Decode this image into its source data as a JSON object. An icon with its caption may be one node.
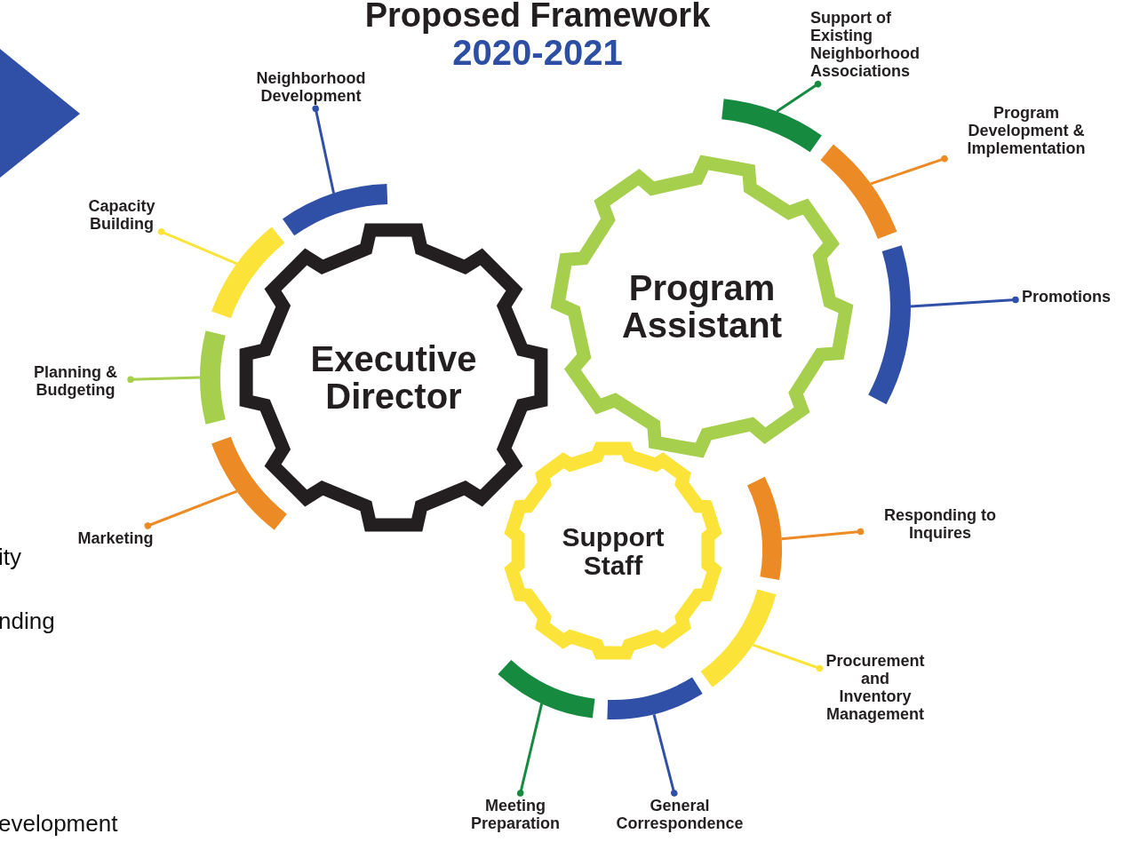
{
  "diagram": {
    "title": "Proposed Framework",
    "nodes": [
      {
        "text": [
          "Executive Director"
        ]
      },
      {
        "text": [
          "Program Assistant"
        ]
      },
      {
        "text": [
          "Support Staff"
        ]
      },
      {
        "text": [],
        "shape": "bar"
      },
      {
        "text": [],
        "shape": "bar"
      },
      {
        "text": [],
        "shape": "bar"
      },
      {
        "text": [],
        "shape": "bar"
      },
      {
        "text": [],
        "shape": "bar"
      },
      {
        "text": [],
        "shape": "bar"
      },
      {
        "text": [],
        "shape": "bar"
      },
      {
        "text": [],
        "shape": "bar"
      },
      {
        "text": [],
        "shape": "bar"
      },
      {
        "text": [],
        "shape": "bar"
      },
      {
        "text": [],
        "shape": "bar"
      },
      {
        "text": [
          "Neighborhood Development"
        ]
      },
      {
        "text": [
          "Capacity Building"
        ]
      },
      {
        "text": [
          "Planning & Budgeting"
        ]
      },
      {
        "text": [
          "Marketing"
        ]
      },
      {
        "text": [
          "Support of Existing Neighborhood Associations"
        ]
      },
      {
        "text": [
          "Program Development & Implementation"
        ]
      },
      {
        "text": [
          "Promotions"
        ]
      },
      {
        "text": [
          "Responding to Inquires"
        ]
      },
      {
        "text": [
          "Procurement and Inventory Management"
        ]
      },
      {
        "text": [
          "General Correspondence"
        ]
      },
      {
        "text": [
          "Meeting Preparation"
        ]
      },
      {
        "text": [],
        "shape": "triangle"
      }
    ],
    "edges": [
      {
        "from": 14,
        "to": 3,
        "arrow": "other",
        "color": "#3050a8"
      },
      {
        "from": 15,
        "to": 4,
        "arrow": "other",
        "color": "#fce33a"
      },
      {
        "from": 16,
        "to": 5,
        "arrow": "other",
        "color": "#a5cf4c"
      },
      {
        "from": 17,
        "to": 6,
        "arrow": "other",
        "color": "#ec8b25"
      },
      {
        "from": 18,
        "to": 7,
        "arrow": "other",
        "color": "#168a3e"
      },
      {
        "from": 19,
        "to": 8,
        "arrow": "other",
        "color": "#ec8b25"
      },
      {
        "from": 20,
        "to": 9,
        "arrow": "other",
        "color": "#3050a8"
      },
      {
        "from": 21,
        "to": 10,
        "arrow": "other",
        "color": "#ec8b25"
      },
      {
        "from": 22,
        "to": 11,
        "arrow": "other",
        "color": "#fce33a"
      },
      {
        "from": 23,
        "to": 12,
        "arrow": "other",
        "color": "#3050a8"
      },
      {
        "from": 24,
        "to": 13,
        "arrow": "other",
        "color": "#168a3e"
      }
    ],
    "labels": [
      "2020-2021",
      "ity",
      "nding",
      "evelopment"
    ]
  }
}
